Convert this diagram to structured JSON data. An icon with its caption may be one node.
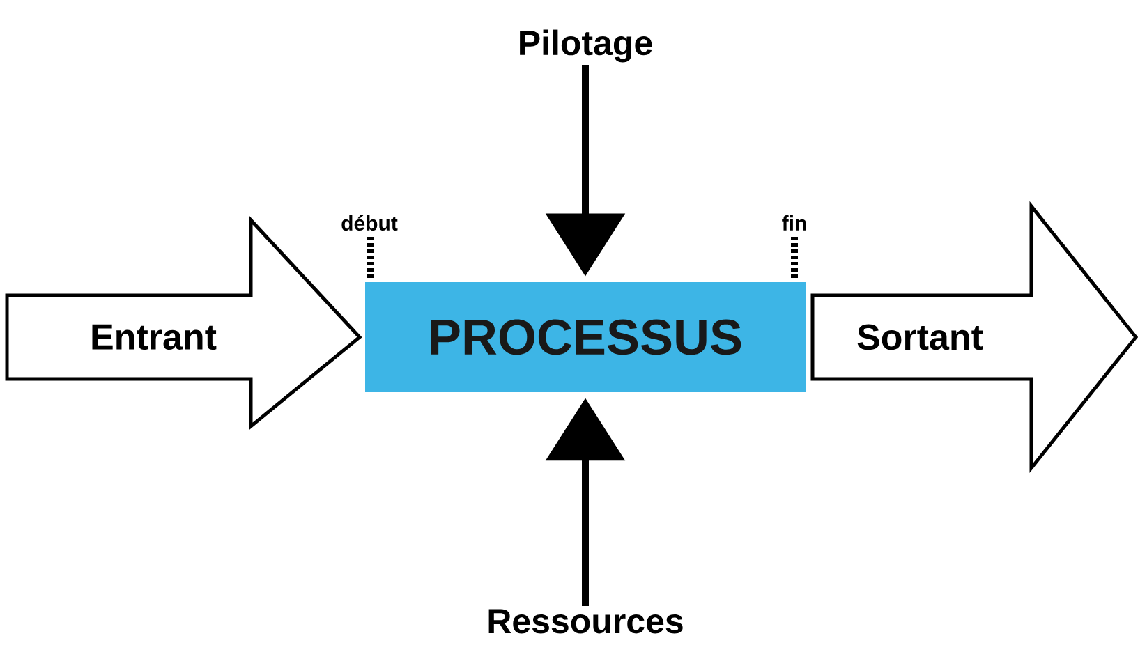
{
  "diagram": {
    "nodes": [
      {
        "text": [
          "PROCESSUS"
        ]
      },
      {
        "text": [
          "Pilotage"
        ]
      },
      {
        "text": [
          "Ressources"
        ]
      },
      {
        "text": [
          "Entrant"
        ]
      },
      {
        "text": [
          "Sortant"
        ]
      }
    ],
    "edges": [
      {
        "from": 1,
        "to": 0,
        "arrow": "to"
      },
      {
        "from": 2,
        "to": 0,
        "arrow": "to"
      }
    ],
    "labels": [
      "début",
      "fin"
    ]
  }
}
